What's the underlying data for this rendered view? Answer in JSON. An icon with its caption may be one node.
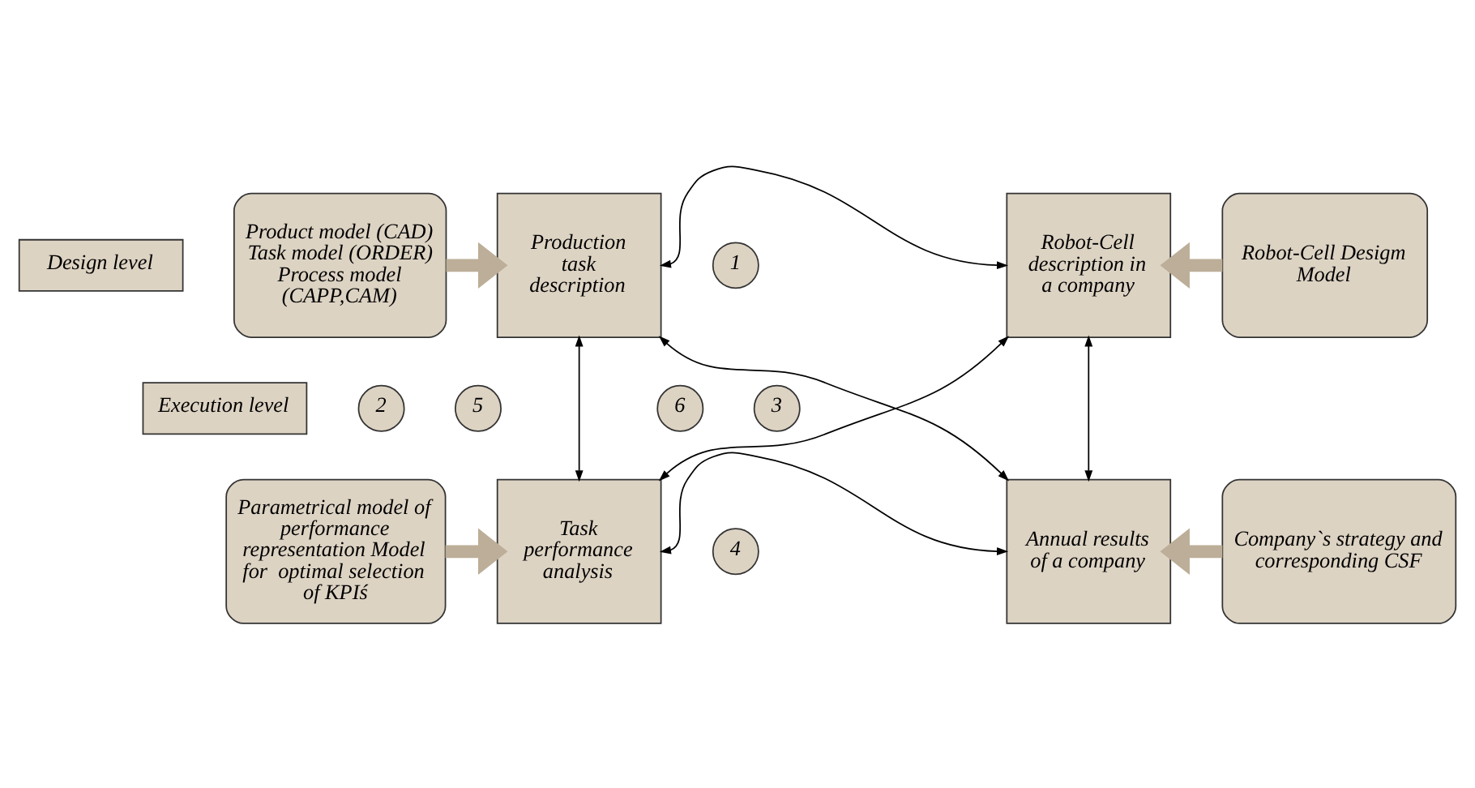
{
  "diagram": {
    "nodes": [
      {
        "text": [
          "Design level"
        ]
      },
      {
        "text": [
          "Product model (CAD) Task model (ORDER) Process model (CAPP,CAM)"
        ]
      },
      {
        "text": [
          "Production task description"
        ]
      },
      {
        "text": [
          "1"
        ]
      },
      {
        "text": [
          "Robot-Cell description in a company"
        ]
      },
      {
        "text": [
          "Robot-Cell Desigm Model"
        ]
      },
      {
        "text": [
          "Execution level"
        ]
      },
      {
        "text": [
          "2"
        ]
      },
      {
        "text": [
          "5"
        ]
      },
      {
        "text": [
          "6"
        ]
      },
      {
        "text": [
          "3"
        ]
      },
      {
        "text": [
          "Parametrical model of performance representation Model for  optimal selection of KPIś"
        ]
      },
      {
        "text": [
          "Task performance analysis"
        ]
      },
      {
        "text": [
          "4"
        ]
      },
      {
        "text": [
          "Annual results  of a company"
        ]
      },
      {
        "text": [
          "Company`s strategy and corresponding CSF"
        ]
      }
    ],
    "edges": [
      {
        "from": 1,
        "to": 2,
        "arrow": "to",
        "style": "thick",
        "color": "#bcae98"
      },
      {
        "from": 2,
        "to": 4,
        "arrow": "both"
      },
      {
        "from": 5,
        "to": 4,
        "arrow": "to",
        "style": "thick",
        "color": "#bcae98"
      },
      {
        "from": 2,
        "to": 12,
        "arrow": "both"
      },
      {
        "from": 4,
        "to": 12,
        "arrow": "both"
      },
      {
        "from": 2,
        "to": 14,
        "arrow": "both"
      },
      {
        "from": 4,
        "to": 14,
        "arrow": "both"
      },
      {
        "from": 11,
        "to": 12,
        "arrow": "to",
        "style": "thick",
        "color": "#bcae98"
      },
      {
        "from": 12,
        "to": 14,
        "arrow": "both"
      },
      {
        "from": 15,
        "to": 14,
        "arrow": "to",
        "style": "thick",
        "color": "#bcae98"
      }
    ]
  }
}
